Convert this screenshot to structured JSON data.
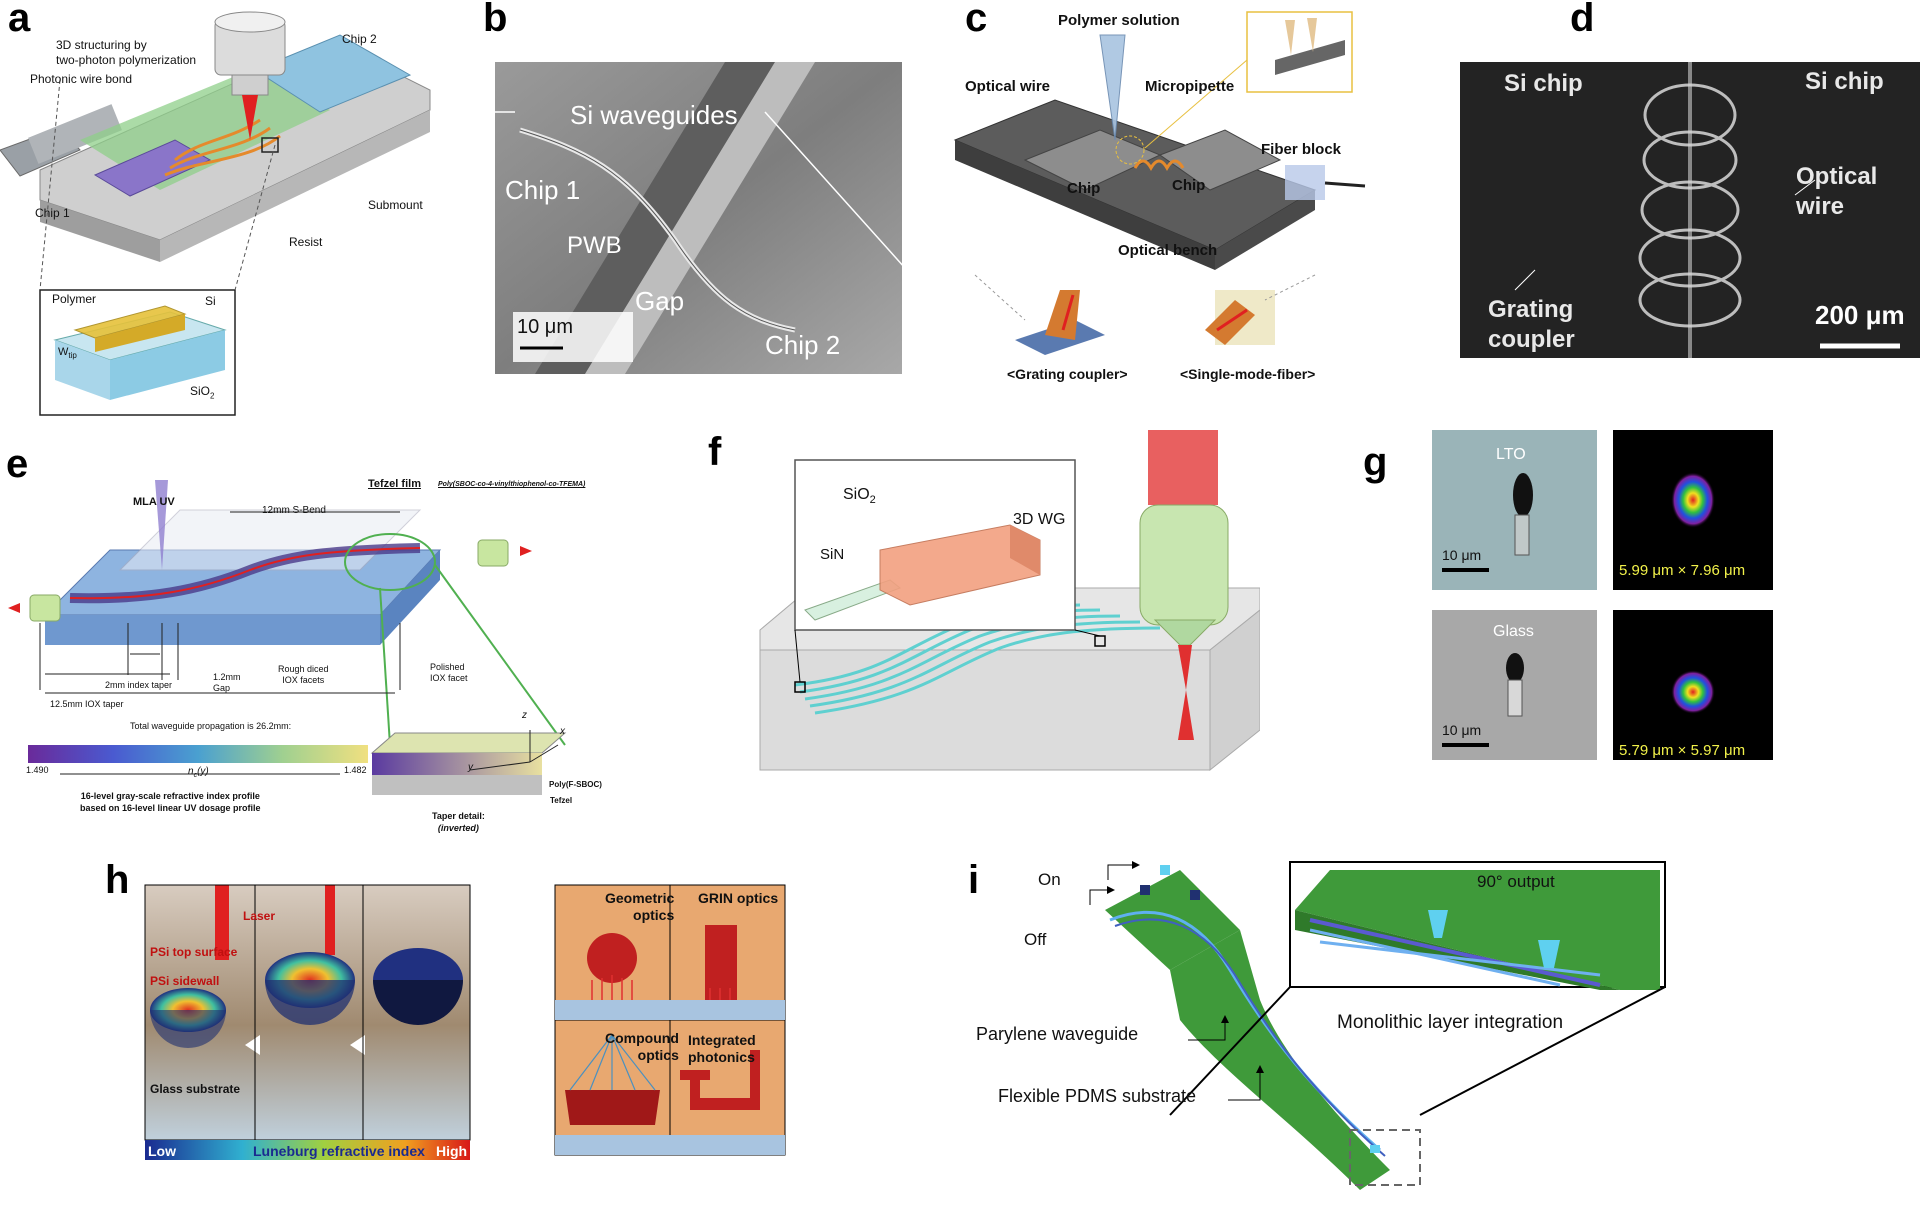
{
  "panels": {
    "a": {
      "label": "a",
      "objective_label": "3D structuring by two-photon polymerization",
      "objective_label_line1": "3D structuring by",
      "objective_label_line2": "two-photon polymerization",
      "pwb_label": "Photonic wire bond",
      "chip2_label": "Chip 2",
      "chip1_label": "Chip 1",
      "submount_label": "Submount",
      "resist_label": "Resist",
      "inset": {
        "polymer": "Polymer",
        "si": "Si",
        "wtip": "W",
        "wtip_sub": "tip",
        "sio2": "SiO",
        "sio2_sub": "2"
      }
    },
    "b": {
      "label": "b",
      "si_waveguides": "Si waveguides",
      "chip1": "Chip 1",
      "pwb": "PWB",
      "gap": "Gap",
      "chip2": "Chip 2",
      "scalebar": "10 μm"
    },
    "c": {
      "label": "c",
      "polymer_solution": "Polymer solution",
      "optical_wire": "Optical wire",
      "micropipette": "Micropipette",
      "fiber_block": "Fiber block",
      "chip_left": "Chip",
      "chip_right": "Chip",
      "optical_bench": "Optical bench",
      "grating_coupler": "<Grating coupler>",
      "smf": "<Single-mode-fiber>"
    },
    "d": {
      "label": "d",
      "si_chip_left": "Si chip",
      "si_chip_right": "Si chip",
      "optical_wire_l1": "Optical",
      "optical_wire_l2": "wire",
      "grating_l1": "Grating",
      "grating_l2": "coupler",
      "scalebar": "200 μm"
    },
    "e": {
      "label": "e",
      "mla_uv": "MLA UV",
      "sbend": "12mm S-Bend",
      "tefzel_film": "Tefzel film",
      "polymer_name": "Poly(SBOC-co-4-vinylthiophenol-co-TFEMA)",
      "index_taper": "2mm index taper",
      "gap": "1.2mm Gap",
      "gap_l1": "1.2mm",
      "gap_l2": "Gap",
      "rough_facets_l1": "Rough diced",
      "rough_facets_l2": "IOX facets",
      "polished_l1": "Polished",
      "polished_l2": "IOX facet",
      "iox_taper": "12.5mm IOX taper",
      "total_prop": "Total waveguide propagation is 26.2mm:",
      "n_min": "1.490",
      "n_max": "1.482",
      "nc_label": "n",
      "nc_sub": "c",
      "nc_arg": "(y)",
      "caption_l1": "16-level gray-scale refractive index profile",
      "caption_l2": "based on 16-level linear UV dosage profile",
      "taper_detail": "Taper detail:",
      "inverted": "(inverted)",
      "poly_fsboc": "Poly(F-SBOC)",
      "tefzel": "Tefzel",
      "ax_z": "z",
      "ax_x": "x",
      "ax_y": "y"
    },
    "f": {
      "label": "f",
      "sio2": "SiO",
      "sio2_sub": "2",
      "sin": "SiN",
      "wg3d": "3D WG"
    },
    "g": {
      "label": "g",
      "lto": "LTO",
      "glass": "Glass",
      "scalebar_top": "10 μm",
      "scalebar_bottom": "10 μm",
      "mode_top": "5.99 μm × 7.96 μm",
      "mode_bottom": "5.79 μm × 5.97 μm"
    },
    "h": {
      "label": "h",
      "laser": "Laser",
      "psi_top": "PSi top surface",
      "psi_sidewall": "PSi sidewall",
      "glass_substrate": "Glass substrate",
      "colorbar_low": "Low",
      "colorbar_title": "Luneburg refractive index",
      "colorbar_high": "High",
      "geometric_l1": "Geometric",
      "geometric_l2": "optics",
      "grin_l1": "GRIN optics",
      "compound_l1": "Compound",
      "compound_l2": "optics",
      "integrated_l1": "Integrated",
      "integrated_l2": "photonics"
    },
    "i": {
      "label": "i",
      "on": "On",
      "off": "Off",
      "output": "90° output",
      "monolithic": "Monolithic layer integration",
      "parylene": "Parylene waveguide",
      "pdms": "Flexible PDMS substrate"
    }
  },
  "colors": {
    "orange_wire": "#e58a2c",
    "laser_red": "#e02020",
    "polymer_yellow": "#e6c23a",
    "cyan_wg": "#5fd0d0",
    "green_substrate": "#3f9a3a",
    "scale_yellow": "#f2f24a"
  }
}
